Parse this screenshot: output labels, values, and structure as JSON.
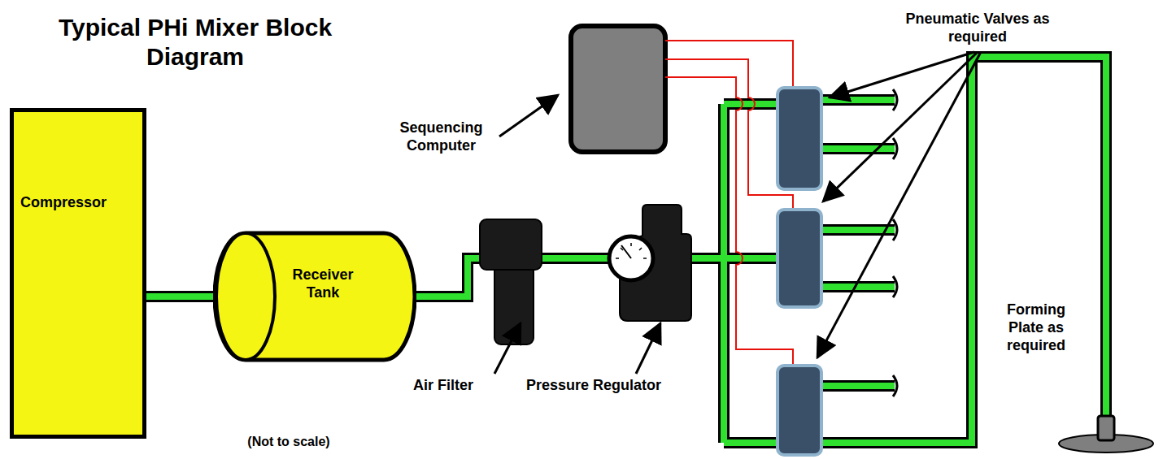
{
  "diagram": {
    "title": "Typical PHi Mixer Block Diagram",
    "nodes": [
      {
        "text": [
          "Compressor"
        ]
      },
      {
        "text": [
          "Receiver Tank"
        ]
      }
    ],
    "edges": [
      {
        "from": 0,
        "to": 1,
        "arrow": "none"
      }
    ],
    "labels": [
      "Sequencing Computer",
      "Pneumatic Valves as required",
      "Air Filter",
      "Pressure Regulator",
      "Forming Plate as required",
      "(Not to scale)"
    ]
  }
}
